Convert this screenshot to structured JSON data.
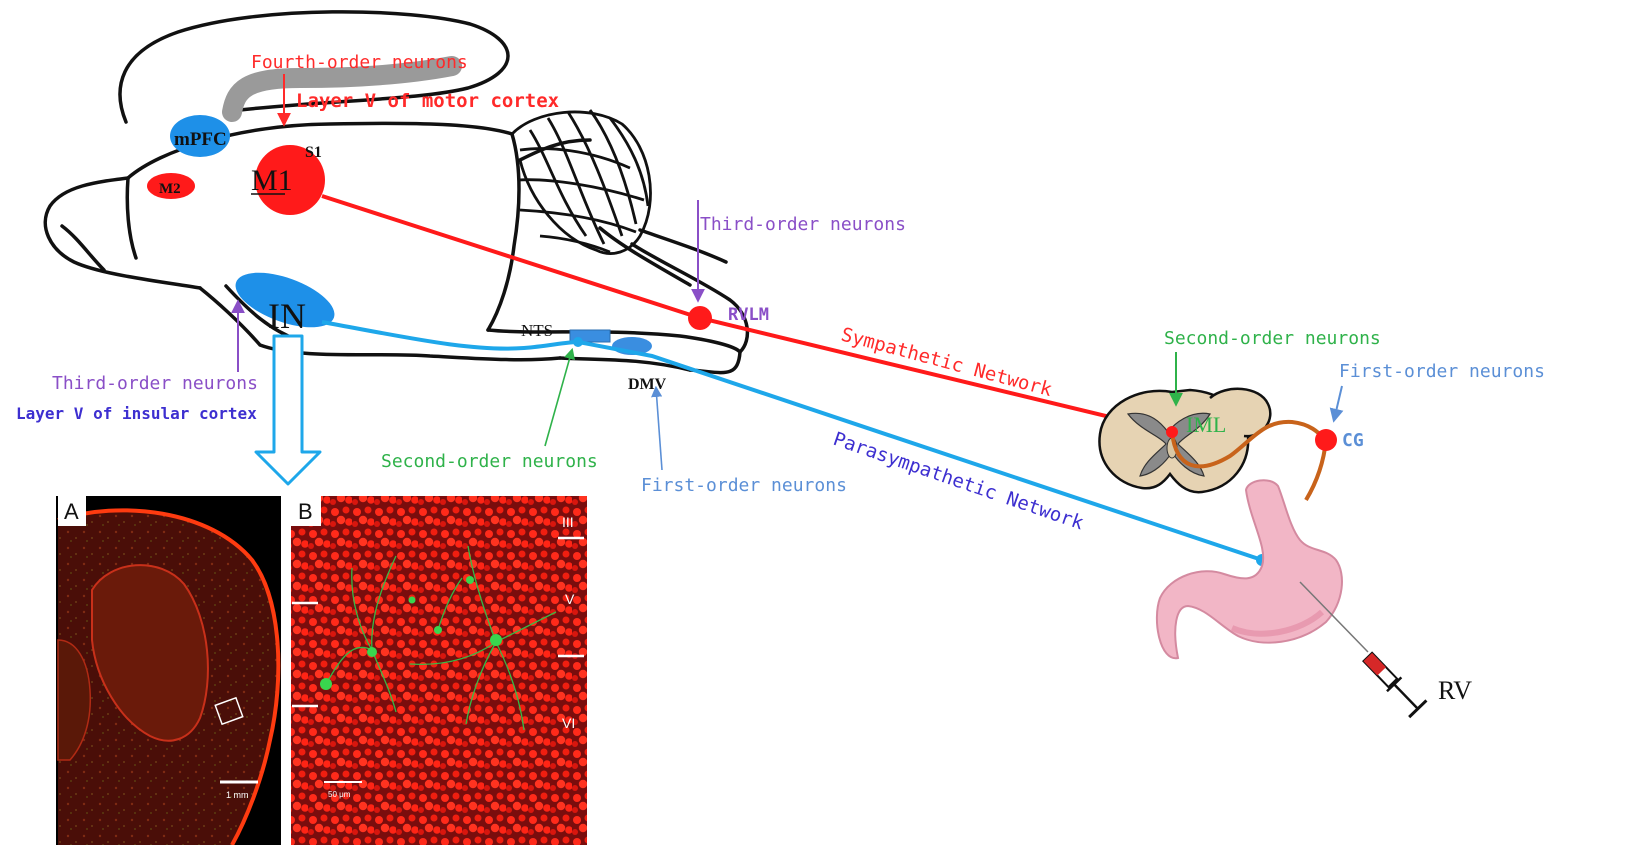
{
  "labels": {
    "fourth_order": "Fourth-order neurons",
    "layer_v_motor": "Layer V of motor cortex",
    "mpfc": "mPFC",
    "s1": "S1",
    "m1": "M1",
    "m2": "M2",
    "third_order_top": "Third-order neurons",
    "rvlm": "RVLM",
    "in": "IN",
    "nts": "NTS",
    "dmv": "DMV",
    "third_order_left": "Third-order neurons",
    "layer_v_insular": "Layer V of insular cortex",
    "second_order_bottom": "Second-order neurons",
    "first_order_bottom": "First-order neurons",
    "sympathetic": "Sympathetic Network",
    "parasympathetic": "Parasympathetic Network",
    "second_order_right": "Second-order neurons",
    "iml": "IML",
    "first_order_right": "First-order neurons",
    "cg": "CG",
    "rv": "RV"
  },
  "panels": {
    "a": {
      "letter": "A",
      "scale": "1 mm"
    },
    "b": {
      "letter": "B",
      "scale": "50 μm",
      "layer_iii": "III",
      "layer_v": "V",
      "layer_vi": "VI"
    }
  },
  "colors": {
    "sympathetic": "#ff1a1a",
    "parasympathetic": "#1ea7ea",
    "region_blue": "#1e90e8",
    "autonomic_brown": "#c8631b",
    "stomach": "#f2b6c6"
  }
}
